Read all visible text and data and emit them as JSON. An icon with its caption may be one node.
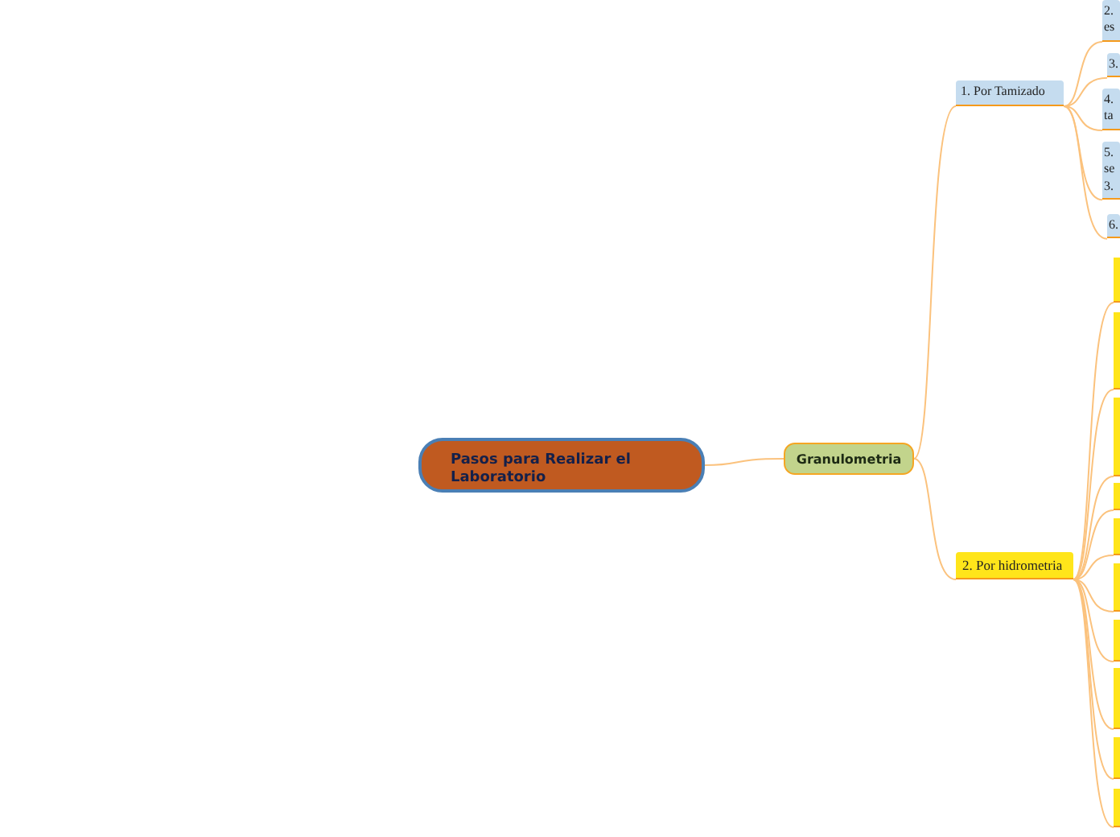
{
  "diagram": {
    "nodes": [
      {
        "text": [
          "Pasos para Realizar el Laboratorio"
        ]
      },
      {
        "text": [
          "Granulometria"
        ]
      },
      {
        "text": [
          "1. Por Tamizado"
        ]
      },
      {
        "text": [
          "2. es"
        ]
      },
      {
        "text": [
          "3."
        ]
      },
      {
        "text": [
          "4. ta"
        ]
      },
      {
        "text": [
          "5. se 3."
        ]
      },
      {
        "text": [
          "6."
        ]
      },
      {
        "text": [
          "2. Por hidrometria"
        ]
      },
      {
        "text": [],
        "shape": "box"
      },
      {
        "text": [],
        "shape": "box"
      },
      {
        "text": [],
        "shape": "box"
      },
      {
        "text": [],
        "shape": "box"
      },
      {
        "text": [],
        "shape": "box"
      },
      {
        "text": [],
        "shape": "box"
      },
      {
        "text": [],
        "shape": "box"
      },
      {
        "text": [],
        "shape": "box"
      },
      {
        "text": [],
        "shape": "box"
      },
      {
        "text": [],
        "shape": "box"
      }
    ],
    "edges": [
      {
        "from": 0,
        "to": 1,
        "arrow": "none"
      },
      {
        "from": 1,
        "to": 2,
        "arrow": "none"
      },
      {
        "from": 2,
        "to": 3,
        "arrow": "none"
      },
      {
        "from": 2,
        "to": 4,
        "arrow": "none"
      },
      {
        "from": 2,
        "to": 5,
        "arrow": "none"
      },
      {
        "from": 2,
        "to": 6,
        "arrow": "none"
      },
      {
        "from": 2,
        "to": 7,
        "arrow": "none"
      },
      {
        "from": 1,
        "to": 8,
        "arrow": "none"
      },
      {
        "from": 8,
        "to": 9,
        "arrow": "none"
      },
      {
        "from": 8,
        "to": 10,
        "arrow": "none"
      },
      {
        "from": 8,
        "to": 11,
        "arrow": "none"
      },
      {
        "from": 8,
        "to": 12,
        "arrow": "none"
      },
      {
        "from": 8,
        "to": 13,
        "arrow": "none"
      },
      {
        "from": 8,
        "to": 14,
        "arrow": "none"
      },
      {
        "from": 8,
        "to": 15,
        "arrow": "none"
      },
      {
        "from": 8,
        "to": 16,
        "arrow": "none"
      },
      {
        "from": 8,
        "to": 17,
        "arrow": "none"
      },
      {
        "from": 8,
        "to": 18,
        "arrow": "none"
      }
    ]
  }
}
